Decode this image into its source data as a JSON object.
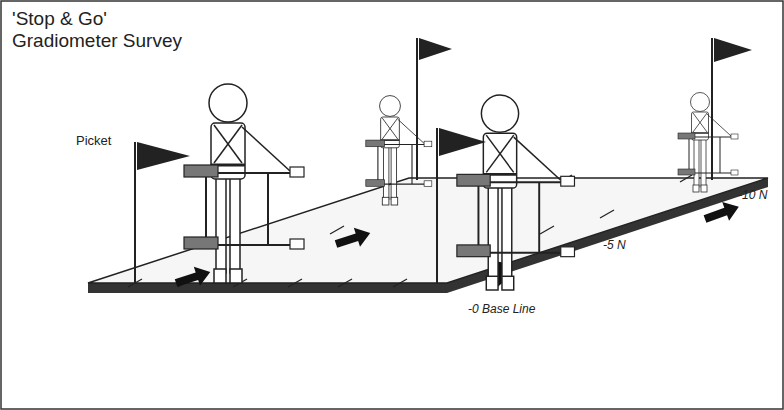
{
  "diagram": {
    "title": "'Stop & Go' Gradiometer Survey",
    "labels": [
      "Picket",
      "-10 N",
      "-5 N",
      "-0 Base Line"
    ]
  }
}
